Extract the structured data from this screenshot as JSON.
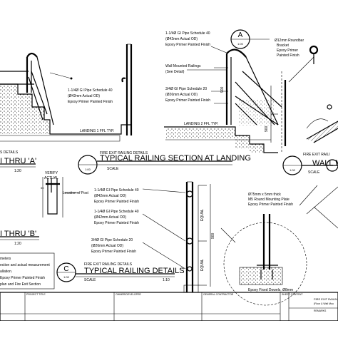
{
  "top_left_section": {
    "pipe_note_1": "1-1/4Ø GI Pipe Schedule 40",
    "pipe_note_2": "(Ø42mm Actual OD)",
    "pipe_note_3": "Epoxy Primer Painted Finish",
    "landing_label": "LANDING 1 FFL TYP."
  },
  "center_top_section": {
    "pipe40_1": "1-1/4Ø GI Pipe Schedule 40",
    "pipe40_2": "(Ø42mm Actual OD)",
    "pipe40_3": "Epoxy Primer Painted Finish",
    "wall_rail_1": "Wall Mounted Railings",
    "wall_rail_2": "(See Detail)",
    "pipe20_1": "3/4Ø GI Pipe Schedule 20",
    "pipe20_2": "(Ø26mm Actual OD)",
    "pipe20_3": "Epoxy Primer Painted Finish",
    "dim_900": "900",
    "landing2": "LANDING 2 FFL TYP."
  },
  "callout_a": {
    "letter": "A",
    "scale": "1:00"
  },
  "top_right_section": {
    "bracket_1": "Ø12mm Roundbar",
    "bracket_2": "Bracket",
    "bracket_3": "Epoxy Primer",
    "bracket_4": "Painted Finish",
    "dim_900": "900"
  },
  "title_landing": {
    "sub": "FIRE EXIT RAILING DETAILS",
    "main": "TYPICAL RAILING SECTION AT LANDING",
    "scale_word": "SCALE",
    "bubble_scale": "1:00"
  },
  "left_titles": {
    "a_partial": "I THRU 'A'",
    "a_sub": "S DETAILS",
    "a_scale": "1:20",
    "b_partial": "I THRU 'B'",
    "b_scale": "1:20"
  },
  "right_wall_title": {
    "main": "WALL M",
    "sub": "FIRE EXIT RAILI",
    "scale_word": "SCALE",
    "bubble_scale": "1:00"
  },
  "post_section": {
    "verify_1": "VERIFY",
    "verify_2": "ACTUAL",
    "dim_50": "50",
    "location_post": "Location of Post"
  },
  "railing_details": {
    "pipe40_1": "1-1/4Ø GI Pipe Schedule 40",
    "pipe40_2": "(Ø42mm Actual OD)",
    "pipe40_3": "Epoxy Primer Painted Finish",
    "pipe40b_1": "1-1/4Ø GI Pipe Schedule 40",
    "pipe40b_2": "(Ø42mm Actual OD)",
    "pipe40b_3": "Epoxy Primer Painted Finish",
    "pipe20_1": "3/4Ø GI Pipe Schedule 20",
    "pipe20_2": "(Ø26mm Actual OD)",
    "pipe20_3": "Epoxy Primer Painted Finish",
    "equal": "EQUAL",
    "dim_900": "900"
  },
  "plate_section": {
    "plate_1": "Ø75mm x 5mm thick",
    "plate_2": "M5 Round Mounting Plate",
    "plate_3": "Epoxy Primer Painted Finish",
    "dowels": "Epoxy Fixed Dowels, Ø8mm"
  },
  "title_details": {
    "letter": "C",
    "sub": "FIRE EXIT RAILING DETAILS",
    "main": "TYPICAL RAILING DETAILS",
    "scale_word": "SCALE",
    "scale_val": "1:10",
    "bubble_scale": "1:00"
  },
  "notes": {
    "l1": "meters",
    "l2": "ection and actual measurement",
    "l3": "allation.",
    "l4": "Epoxy Primer Painted Finish",
    "l5": "plan and Fire Exit Section"
  },
  "title_block": {
    "project_title": "PROJECT TITLE",
    "owner": "OWNER/DEVELOPER",
    "contractor": "GENERAL CONTRACTOR",
    "sheet_content": "SHEET CONTENT",
    "sheet_1": "FIRE EXIT RAILIN",
    "sheet_2": "(Floor & Wall Mou",
    "remarks": "REMARKS"
  }
}
